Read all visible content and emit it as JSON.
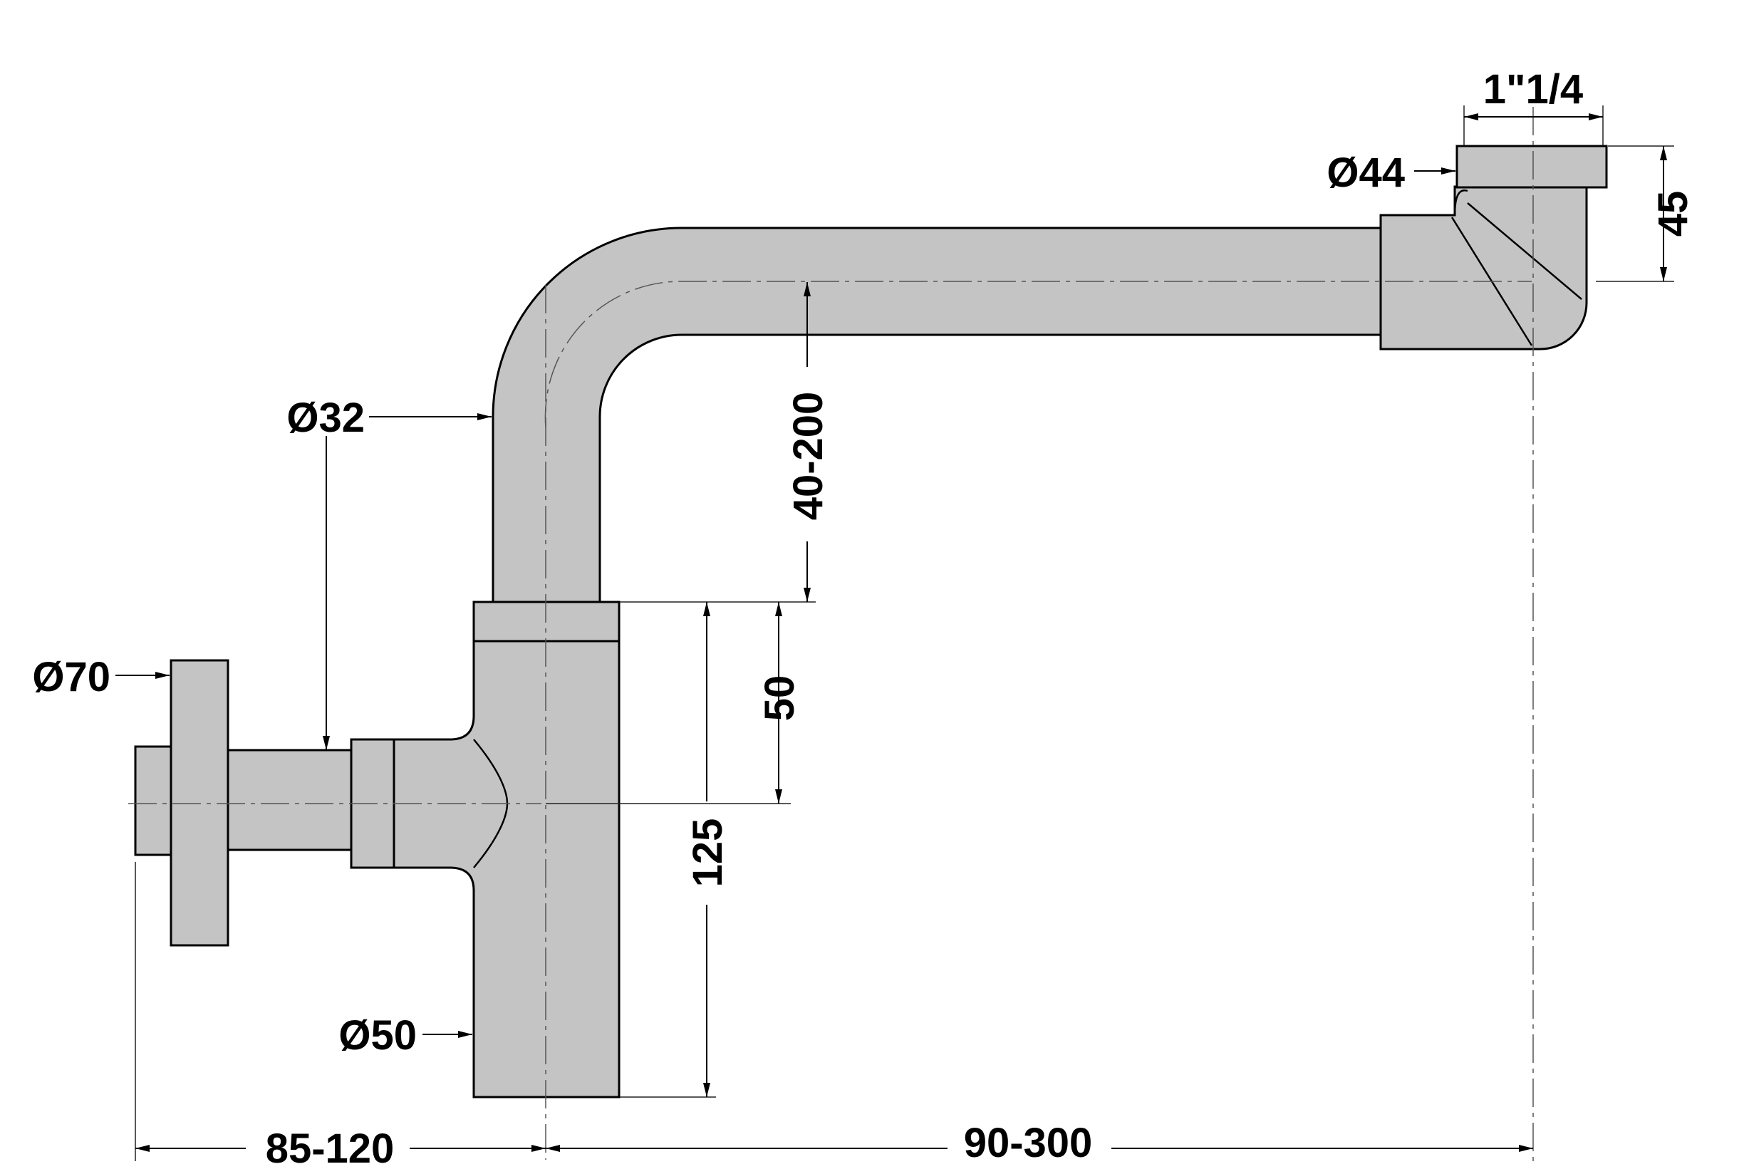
{
  "dimensions": {
    "thread_size": "1\"1/4",
    "outlet_diameter": "Ø44",
    "outlet_height": "45",
    "pipe_diameter": "Ø32",
    "vertical_adjust": "40-200",
    "wall_flange_diameter": "Ø70",
    "cup_offset": "50",
    "body_height": "125",
    "body_diameter": "Ø50",
    "wall_distance": "85-120",
    "horizontal_adjust": "90-300"
  },
  "colors": {
    "part_fill": "#c4c4c4",
    "line": "#000000",
    "background": "#ffffff"
  }
}
